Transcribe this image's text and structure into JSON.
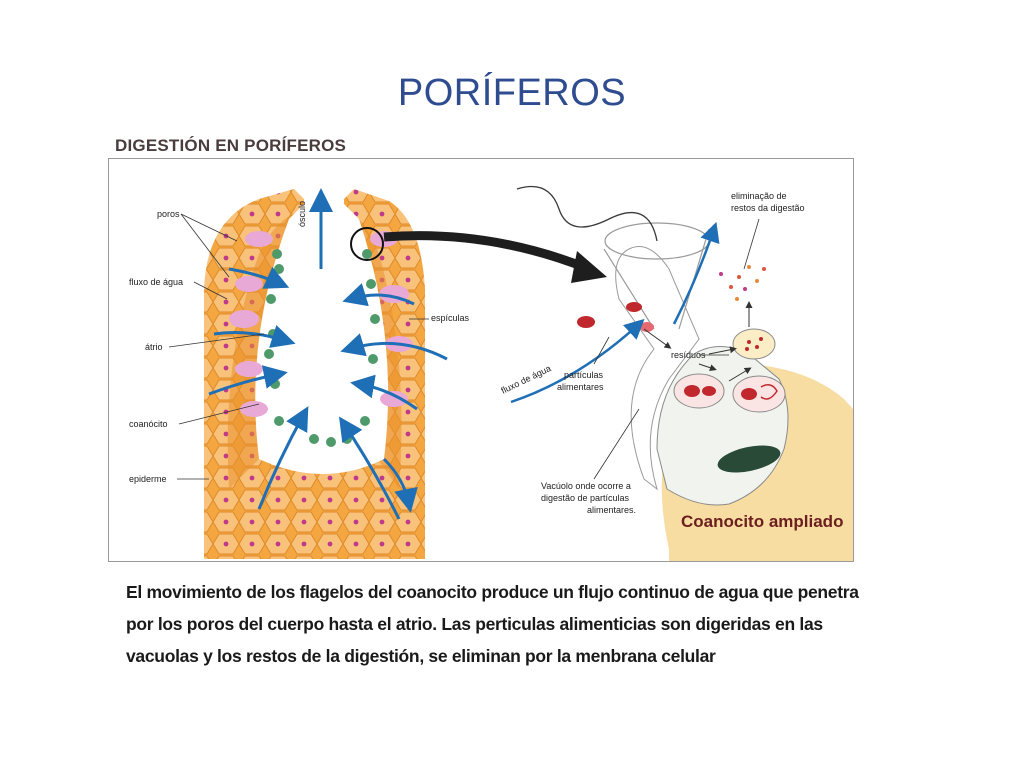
{
  "slide": {
    "title": "PORÍFEROS"
  },
  "figure": {
    "heading": "DIGESTIÓN EN PORÍFEROS",
    "labels": {
      "poros": "poros",
      "fluxo_agua": "fluxo de água",
      "atrio": "átrio",
      "coanocito": "coanócito",
      "epiderme": "epiderme",
      "osculo": "ósculo",
      "espiculas": "espículas",
      "eliminacao_1": "eliminação de",
      "eliminacao_2": "restos da digestão",
      "residuos": "resíduos",
      "fluxo_agua_2": "fluxo de água",
      "particulas_1": "partículas",
      "particulas_2": "alimentares",
      "vacuolo_1": "Vacúolo onde ocorre a",
      "vacuolo_2": "digestão de partículas",
      "vacuolo_3": "alimentares.",
      "coanocito_ampliado": "Coanocito ampliado"
    },
    "colors": {
      "sponge_body": "#f4a640",
      "sponge_cells": "#f8c27a",
      "cell_nuclei": "#c0398a",
      "water_arrows": "#1f6fb6",
      "collar_cells": "#e8a9d6",
      "flagella": "#3a3a3a",
      "big_arrow": "#1e1e1e",
      "vacuole_red": "#c0282d",
      "label_dark": "#6b1e1e"
    }
  },
  "caption": {
    "line1": "El movimiento de los flagelos del coanocito produce un flujo continuo de agua que penetra",
    "line2": "por los poros del cuerpo hasta el atrio. Las perticulas alimenticias son digeridas en las",
    "line3": "vacuolas y los restos de la digestión, se eliminan por la menbrana celular"
  }
}
